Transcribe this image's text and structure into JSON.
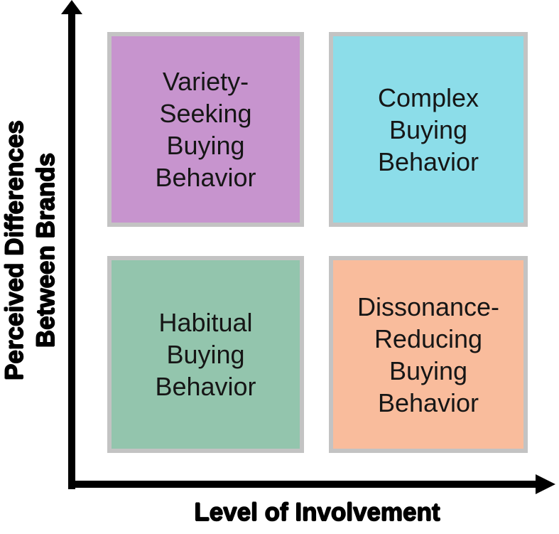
{
  "axes": {
    "x_label": "Level of Involvement",
    "y_label": "Perceived Differences\nBetween Brands",
    "axis_color": "#000000"
  },
  "quadrants": {
    "top_left": {
      "label": "Variety-\nSeeking\nBuying\nBehavior",
      "color": "#c794ce"
    },
    "top_right": {
      "label": "Complex\nBuying\nBehavior",
      "color": "#8cdde9"
    },
    "bottom_left": {
      "label": "Habitual\nBuying\nBehavior",
      "color": "#93c5ad"
    },
    "bottom_right": {
      "label": "Dissonance-\nReducing\nBuying\nBehavior",
      "color": "#f9bc9c"
    }
  },
  "styles": {
    "box_border_color": "#c3c3c3",
    "text_color": "#161616"
  }
}
